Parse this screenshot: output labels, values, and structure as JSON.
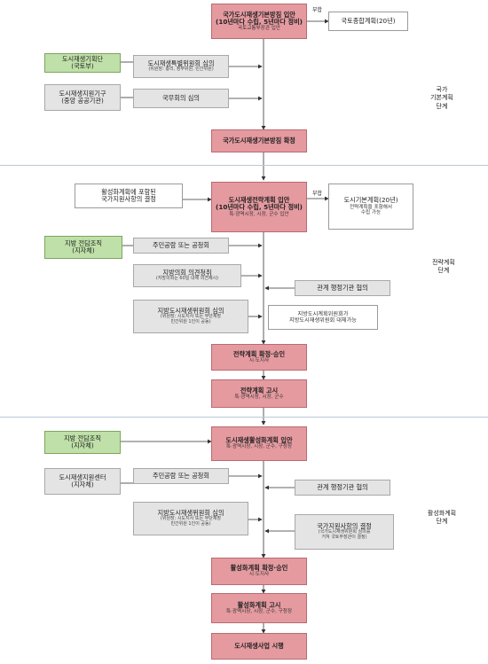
{
  "national": {
    "main": {
      "title": "국가도시재생기본방침 입안",
      "title2": "(10년마다 수립, 5년마다 정비)",
      "sub": "국토교통부장관 입안"
    },
    "conform_label": "부합",
    "conform_box": "국토종합계획(20년)",
    "org1": {
      "line1": "도시재생기획단",
      "line2": "(국토부)"
    },
    "org2": {
      "line1": "도시재생지원기구",
      "line2": "(중앙 공공기관)"
    },
    "committee": {
      "title": "도시재생특별위원회 심의",
      "sub": "(위원장: 총리, 정부위원, 민간위원)"
    },
    "cabinet": {
      "title": "국무회의 심의"
    },
    "final": {
      "title": "국가도시재생기본방침 확정"
    },
    "stage_label": {
      "line1": "국가",
      "line2": "기본계획",
      "line3": "단계"
    }
  },
  "strategy": {
    "note_box": {
      "line1": "활성화계획에 포함된",
      "line2": "국가지원사항의 결정"
    },
    "main": {
      "title": "도시재생전략계획 입안",
      "title2": "(10년마다 수립, 5년마다 정비)",
      "sub": "특·광역시장, 시장, 군수 입안"
    },
    "conform_label": "부합",
    "conform_box": {
      "title": "도시기본계획(20년)",
      "sub1": "전략계획을 포함해서",
      "sub2": "수립 가능"
    },
    "org": {
      "line1": "지방 전담조직",
      "line2": "(지자체)"
    },
    "hearing": {
      "title": "주민공람 또는 공청회"
    },
    "council": {
      "title": "지방의회 의견청취",
      "sub": "(지방의회는 60일 내에 의견제시)"
    },
    "consult": {
      "title": "관계 행정기관 협의"
    },
    "committee": {
      "title": "지방도시재생위원회 심의",
      "sub1": "(위원장: 시도지사 또는 부단체장",
      "sub2": "민간위원 1인이 공동)"
    },
    "replace_note": {
      "line1": "지방도시계획위원회가",
      "line2": "지방도시재생위원회 대체가능"
    },
    "approve": {
      "title": "전략계획 확정·승인",
      "sub": "시·도지사"
    },
    "announce": {
      "title": "전략계획 고시",
      "sub": "특·광역시장, 시장, 군수"
    },
    "stage_label": {
      "line1": "전략계획",
      "line2": "단계"
    }
  },
  "activation": {
    "org1": {
      "line1": "지방 전담조직",
      "line2": "(지자체)"
    },
    "org2": {
      "line1": "도시재생지원센터",
      "line2": "(지자체)"
    },
    "main": {
      "title": "도시재생활성화계획 입안",
      "sub": "특·광역시장, 시장, 군수, 구청장"
    },
    "hearing": {
      "title": "주민공람 또는 공청회"
    },
    "consult": {
      "title": "관계 행정기관 협의"
    },
    "committee": {
      "title": "지방도시재생위원회 심의",
      "sub1": "(위원장: 시도지사 또는 부단체장",
      "sub2": "민간위원 1인이 공동)"
    },
    "national_support": {
      "title": "국가지원사항의 결정",
      "sub1": "(국가도시재생위원회 심의를",
      "sub2": "거쳐 국토부장관이 결정)"
    },
    "approve": {
      "title": "활성화계획 확정·승인",
      "sub": "시·도지사"
    },
    "announce": {
      "title": "활성화계획 고시",
      "sub": "특·광역시장, 시장, 군수, 구청장"
    },
    "execute": {
      "title": "도시재생사업 시행"
    },
    "stage_label": {
      "line1": "활성화계획",
      "line2": "단계"
    }
  }
}
